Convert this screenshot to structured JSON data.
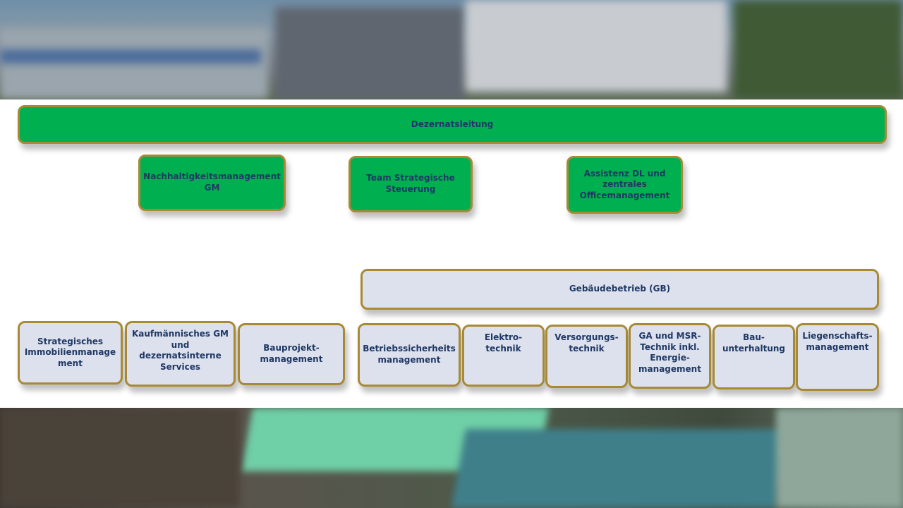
{
  "diagram": {
    "head": "Dezernatsleitung",
    "staff": [
      "Nachhaltigkeitsmanagement GM",
      "Team Strategische Steuerung",
      "Assistenz DL und zentrales Officemanagement"
    ],
    "group": "Gebäudebetrieb (GB)",
    "units_left": [
      "Strategisches Immobilienmanage ment",
      "Kaufmännisches GM und dezernatsinterne Services",
      "Bauprojekt-management"
    ],
    "units_gb": [
      "Betriebssicherheits management",
      "Elektro-technik",
      "Versorgungs-technik",
      "GA und MSR-Technik inkl. Energie-management",
      "Bau-unterhaltung",
      "Liegenschafts-management"
    ]
  },
  "colors": {
    "green_box": "#00b050",
    "grey_box": "#dde1ee",
    "border": "#a88a35",
    "text": "#1f3864"
  }
}
